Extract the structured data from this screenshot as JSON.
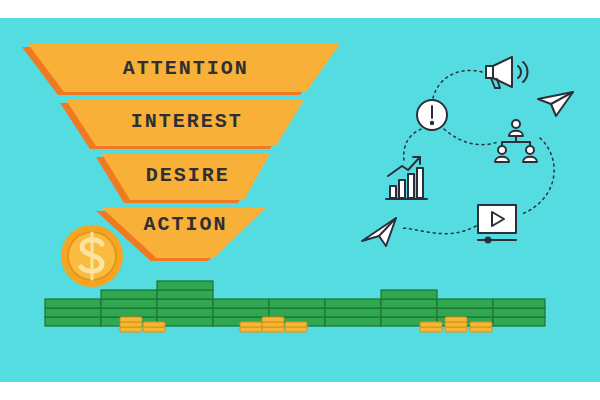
{
  "diagram": {
    "nodes": [
      {
        "text": [
          "ATTENTION"
        ]
      },
      {
        "text": [
          "INTEREST"
        ]
      },
      {
        "text": [
          "DESIRE"
        ]
      },
      {
        "text": [
          "ACTION"
        ]
      }
    ]
  }
}
